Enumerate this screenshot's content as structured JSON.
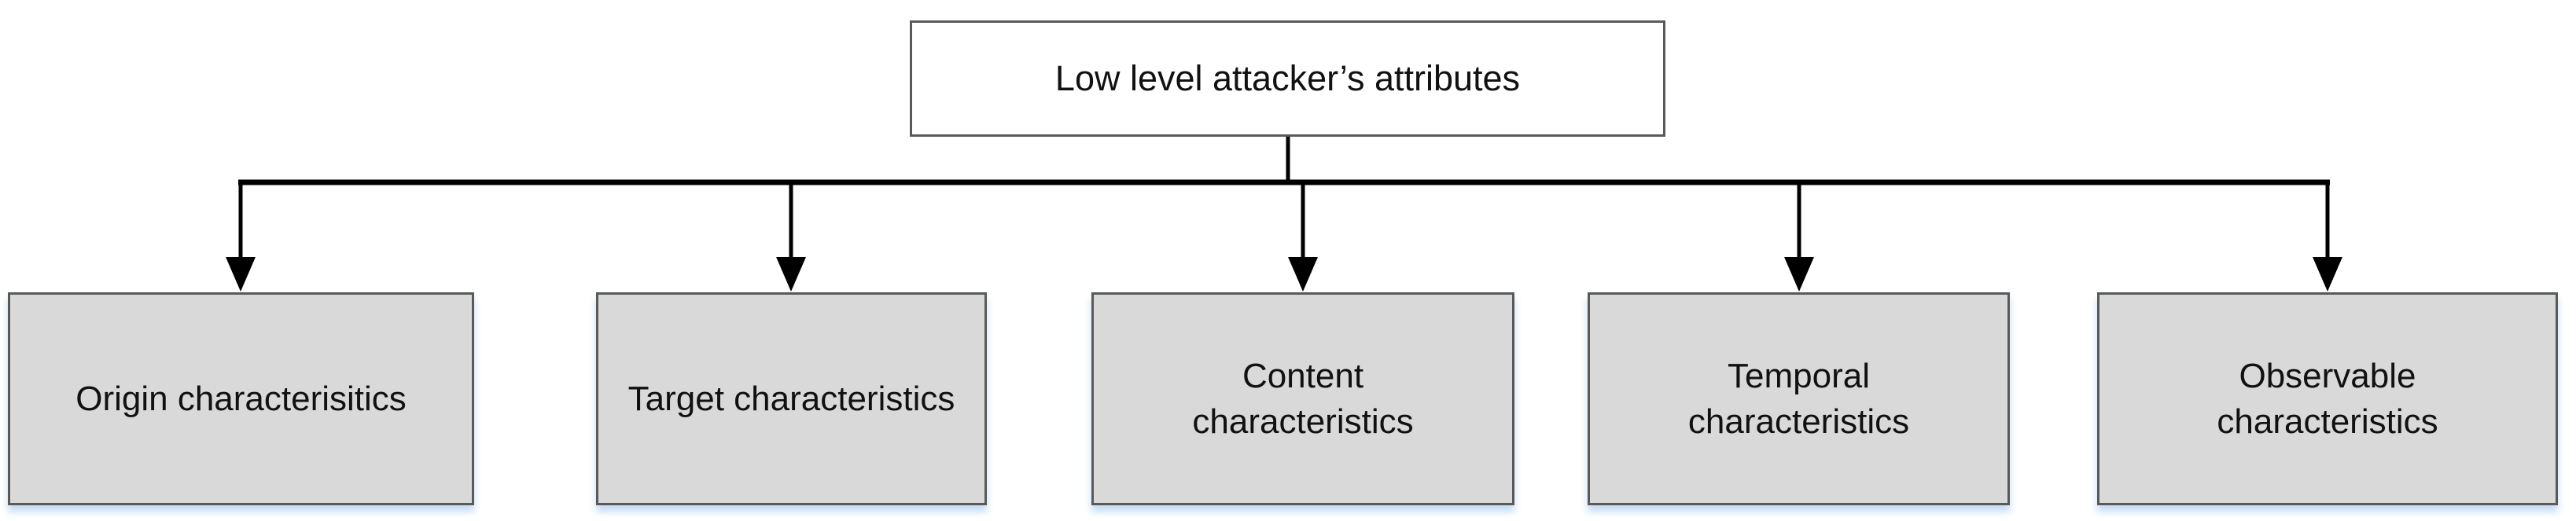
{
  "diagram": {
    "root": {
      "label": "Low level attacker’s attributes"
    },
    "children": [
      {
        "id": "origin",
        "label": "Origin characterisitics"
      },
      {
        "id": "target",
        "label": "Target characteristics"
      },
      {
        "id": "content",
        "label": "Content characteristics"
      },
      {
        "id": "temporal",
        "label": "Temporal characteristics"
      },
      {
        "id": "observable",
        "label": "Observable characteristics"
      }
    ],
    "colors": {
      "child_fill": "#d9d9d9",
      "child_border": "#595959",
      "root_fill": "#ffffff",
      "root_border": "#595959",
      "connector": "#000000",
      "shadow_tint": "#a4c8ec",
      "text": "#111111"
    }
  }
}
